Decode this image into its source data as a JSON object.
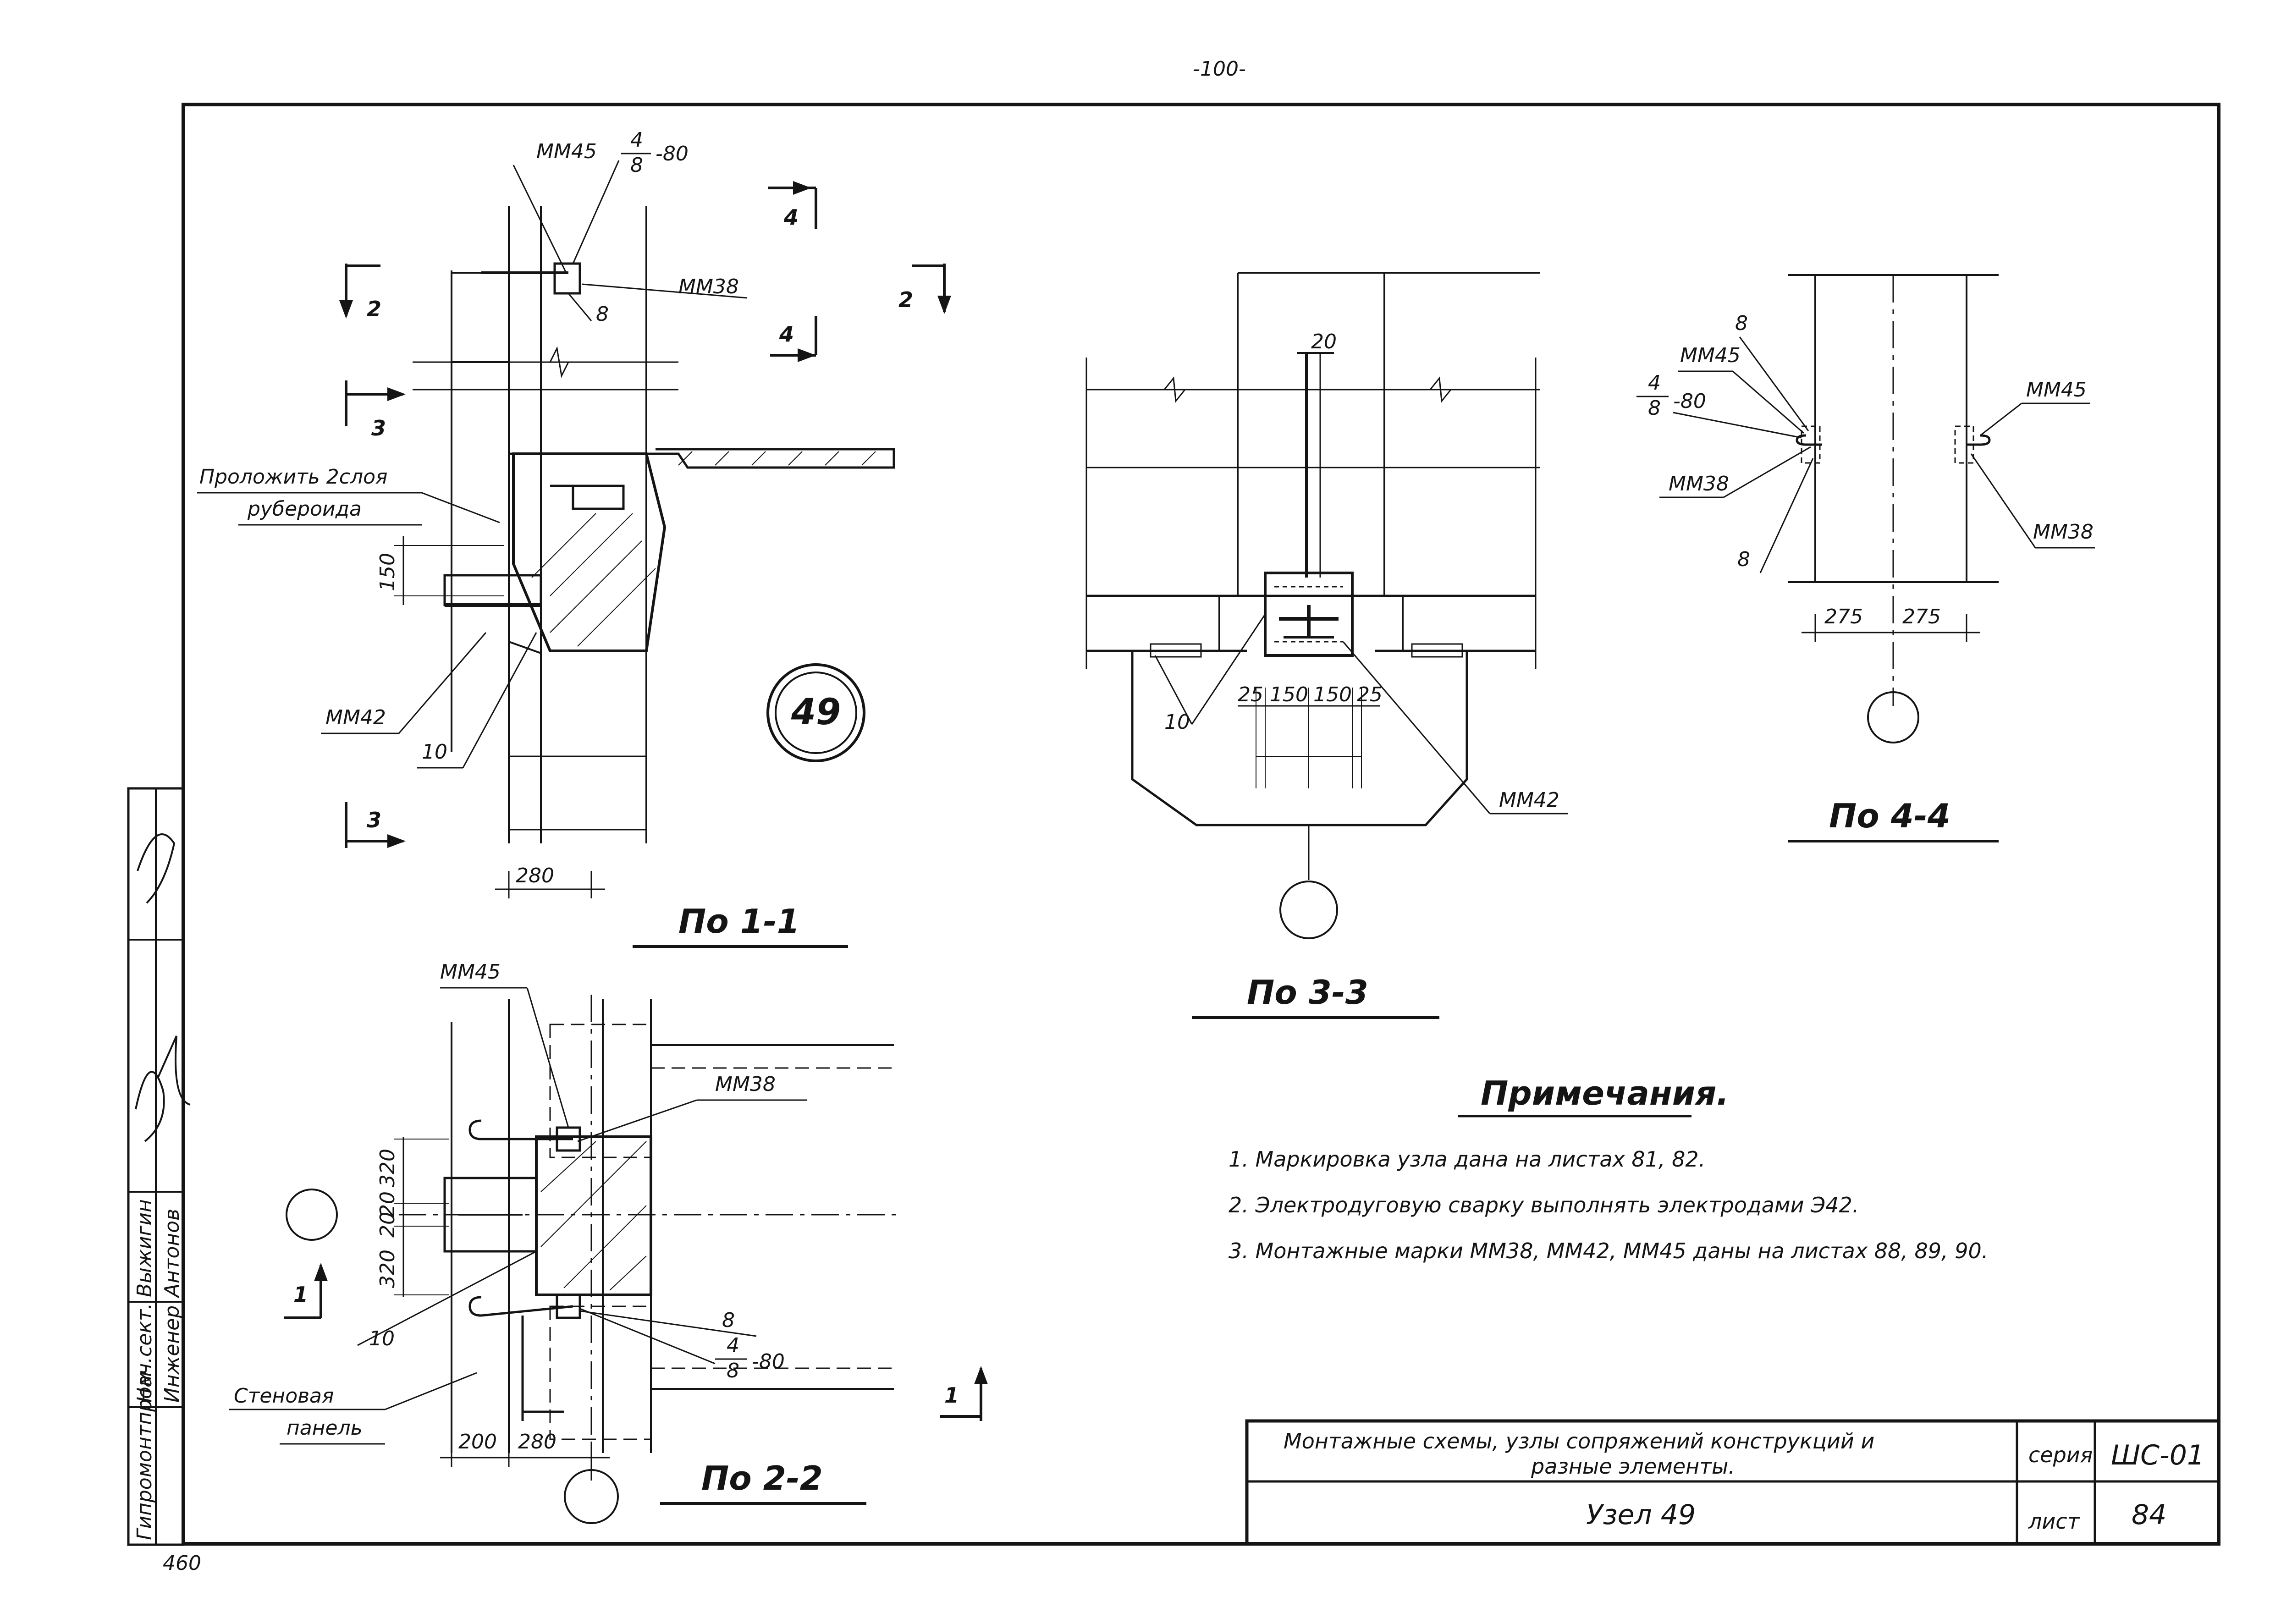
{
  "page": {
    "number": "-100-",
    "bottom_number": "460"
  },
  "node": {
    "number": "49"
  },
  "views": {
    "v11": {
      "caption": "По 1-1",
      "section_labels": [
        "4",
        "2",
        "2",
        "4",
        "3",
        "3"
      ],
      "marks": [
        "ММ45",
        "ММ38",
        "ММ42"
      ],
      "weld_label": {
        "num": "4",
        "den": "8",
        "len": "-80"
      },
      "dims": [
        "8",
        "150",
        "10",
        "280"
      ],
      "notes": [
        "Проложить 2слоя",
        "рубероида"
      ]
    },
    "v22": {
      "caption": "По 2-2",
      "section_labels": [
        "1",
        "1"
      ],
      "marks": [
        "ММ45",
        "ММ38"
      ],
      "weld_label": {
        "num": "4",
        "den": "8",
        "len": "-80"
      },
      "dims": [
        "320",
        "20",
        "20",
        "320",
        "8",
        "10",
        "200",
        "280"
      ],
      "notes": [
        "Стеновая",
        "панель"
      ]
    },
    "v33": {
      "caption": "По 3-3",
      "marks": [
        "ММ42"
      ],
      "dims": [
        "20",
        "25",
        "150",
        "150",
        "25",
        "10"
      ]
    },
    "v44": {
      "caption": "По 4-4",
      "marks": [
        "ММ45",
        "ММ38",
        "ММ45",
        "ММ38"
      ],
      "weld_label": {
        "num": "4",
        "den": "8",
        "len": "-80"
      },
      "dims": [
        "8",
        "8",
        "275",
        "275"
      ]
    }
  },
  "notes": {
    "title": "Примечания.",
    "items": [
      "1. Маркировка узла дана на листах 81, 82.",
      "2. Электродуговую сварку выполнять электродами Э42.",
      "3. Монтажные марки ММ38, ММ42, ММ45 даны на листах 88, 89, 90."
    ]
  },
  "title_block": {
    "description_line1": "Монтажные схемы, узлы сопряжений конструкций и",
    "description_line2": "разные элементы.",
    "series_label": "серия",
    "series_value": "ШС-01",
    "node_title": "Узел 49",
    "sheet_label": "лист",
    "sheet_value": "84"
  },
  "side_stamp": {
    "org": "Гипромонтпром",
    "roles": [
      "Нач.сект.",
      "Инженер"
    ],
    "names": [
      "Выжигин",
      "Антонов"
    ]
  }
}
